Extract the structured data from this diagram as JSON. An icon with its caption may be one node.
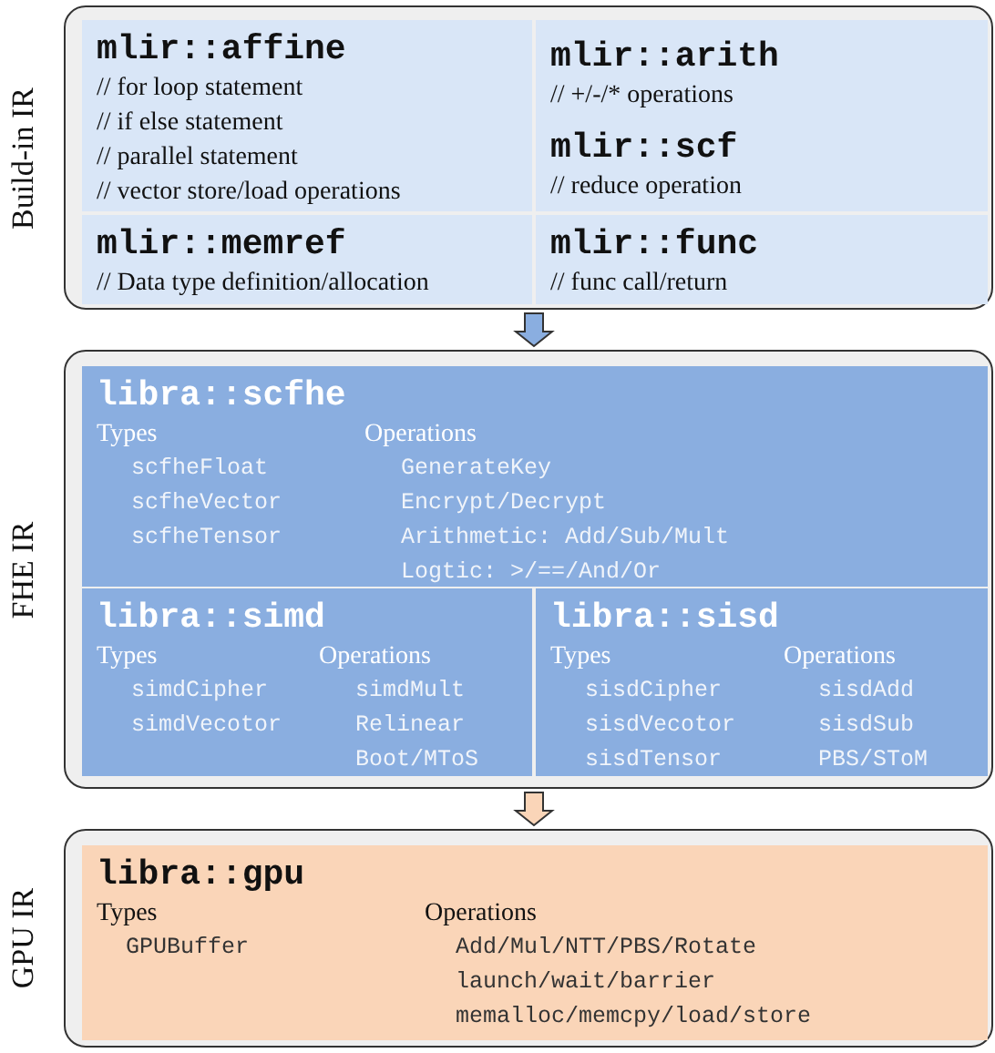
{
  "diagram": {
    "nodes": [
      {
        "text": [
          "Build-in IR"
        ]
      },
      {
        "text": [
          "mlir::affine",
          "// for loop statement",
          "// if else statement",
          "// parallel statement",
          "// vector store/load operations"
        ],
        "in": 0
      },
      {
        "text": [
          "mlir::arith",
          "// +/-/* operations"
        ],
        "in": 0
      },
      {
        "text": [
          "mlir::scf",
          "// reduce operation"
        ],
        "in": 0
      },
      {
        "text": [
          "mlir::memref",
          "// Data type definition/allocation"
        ],
        "in": 0
      },
      {
        "text": [
          "mlir::func",
          "// func call/return"
        ],
        "in": 0
      },
      {
        "text": [
          "FHE IR"
        ]
      },
      {
        "text": [
          "libra::scfhe",
          "Types",
          "scfheFloat",
          "scfheVector",
          "scfheTensor",
          "Operations",
          "GenerateKey",
          "Encrypt/Decrypt",
          "Arithmetic: Add/Sub/Mult",
          "Logtic: >/==/And/Or"
        ],
        "in": 6
      },
      {
        "text": [
          "libra::simd",
          "Types",
          "simdCipher",
          "simdVecotor",
          "Operations",
          "simdMult",
          "Relinear",
          "Boot/MToS"
        ],
        "in": 6
      },
      {
        "text": [
          "libra::sisd",
          "Types",
          "sisdCipher",
          "sisdVecotor",
          "sisdTensor",
          "Operations",
          "sisdAdd",
          "sisdSub",
          "PBS/SToM"
        ],
        "in": 6
      },
      {
        "text": [
          "GPU IR"
        ]
      },
      {
        "text": [
          "libra::gpu",
          "Types",
          "GPUBuffer",
          "Operations",
          "Add/Mul/NTT/PBS/Rotate",
          "launch/wait/barrier",
          "memalloc/memcpy/load/store"
        ],
        "in": 10
      }
    ],
    "edges": [
      {
        "from": 0,
        "to": 6,
        "arrow": "to",
        "color": "#8aaee0"
      },
      {
        "from": 6,
        "to": 10,
        "arrow": "to",
        "color": "#fad5b8"
      }
    ]
  }
}
